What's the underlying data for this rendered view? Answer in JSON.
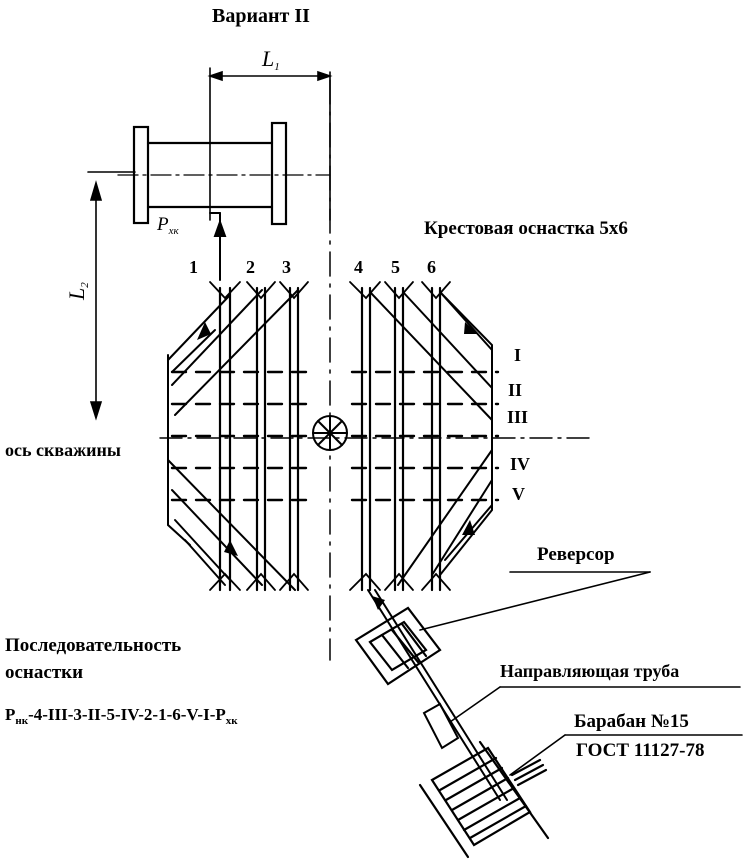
{
  "title": "Вариант II",
  "rigging_label": "Крестовая оснастка 5х6",
  "dimensions": {
    "l1": "L",
    "l1_sub": "1",
    "l2": "L",
    "l2_sub": "2"
  },
  "pxk": {
    "main": "P",
    "sub": "хк"
  },
  "well_axis_label": "ось скважины",
  "column_numbers": [
    "1",
    "2",
    "3",
    "4",
    "5",
    "6"
  ],
  "row_numerals": [
    "I",
    "II",
    "III",
    "IV",
    "V"
  ],
  "reversor_label": "Реверсор",
  "guide_pipe_label": "Направляющая труба",
  "drum_label": "Барабан №15",
  "gost_label": "ГОСТ 11127-78",
  "sequence_title_line1": "Последовательность",
  "sequence_title_line2": "оснастки",
  "sequence": {
    "start": "Р",
    "start_sub": "нк",
    "body": "-4-III-3-II-5-IV-2-1-6-V-I-Р",
    "end_sub": "хк"
  }
}
